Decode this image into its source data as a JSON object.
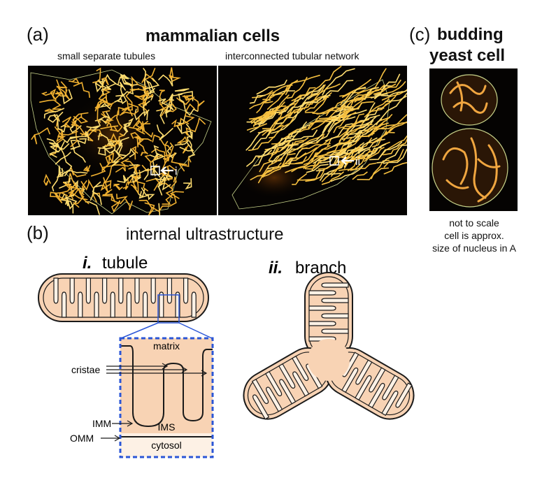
{
  "panel_a": {
    "letter": "(a)",
    "title": "mammalian cells",
    "left_caption": "small separate tubules",
    "right_caption": "interconnected tubular network",
    "left_marker": "i",
    "right_marker": "ii"
  },
  "panel_b": {
    "letter": "(b)",
    "title": "internal ultrastructure",
    "tubule_numeral": "i.",
    "tubule_word": "tubule",
    "branch_numeral": "ii.",
    "branch_word": "branch",
    "labels": {
      "matrix": "matrix",
      "cristae": "cristae",
      "imm": "IMM",
      "ims": "IMS",
      "omm": "OMM",
      "cytosol": "cytosol"
    }
  },
  "panel_c": {
    "letter": "(c)",
    "title_line1": "budding",
    "title_line2": "yeast cell",
    "note_line1": "not to scale",
    "note_line2": "cell is approx.",
    "note_line3": "size of nucleus in A"
  },
  "colors": {
    "mito_fill": "#f8d3b4",
    "mito_light": "#fdf1e5",
    "outline": "#1a1a1a",
    "zoom_box": "#2b56d6",
    "fluor_bright": "#ffd24a",
    "fluor_mid": "#e48a12",
    "background_dark": "#050302",
    "cell_outline": "#c8d38a"
  }
}
